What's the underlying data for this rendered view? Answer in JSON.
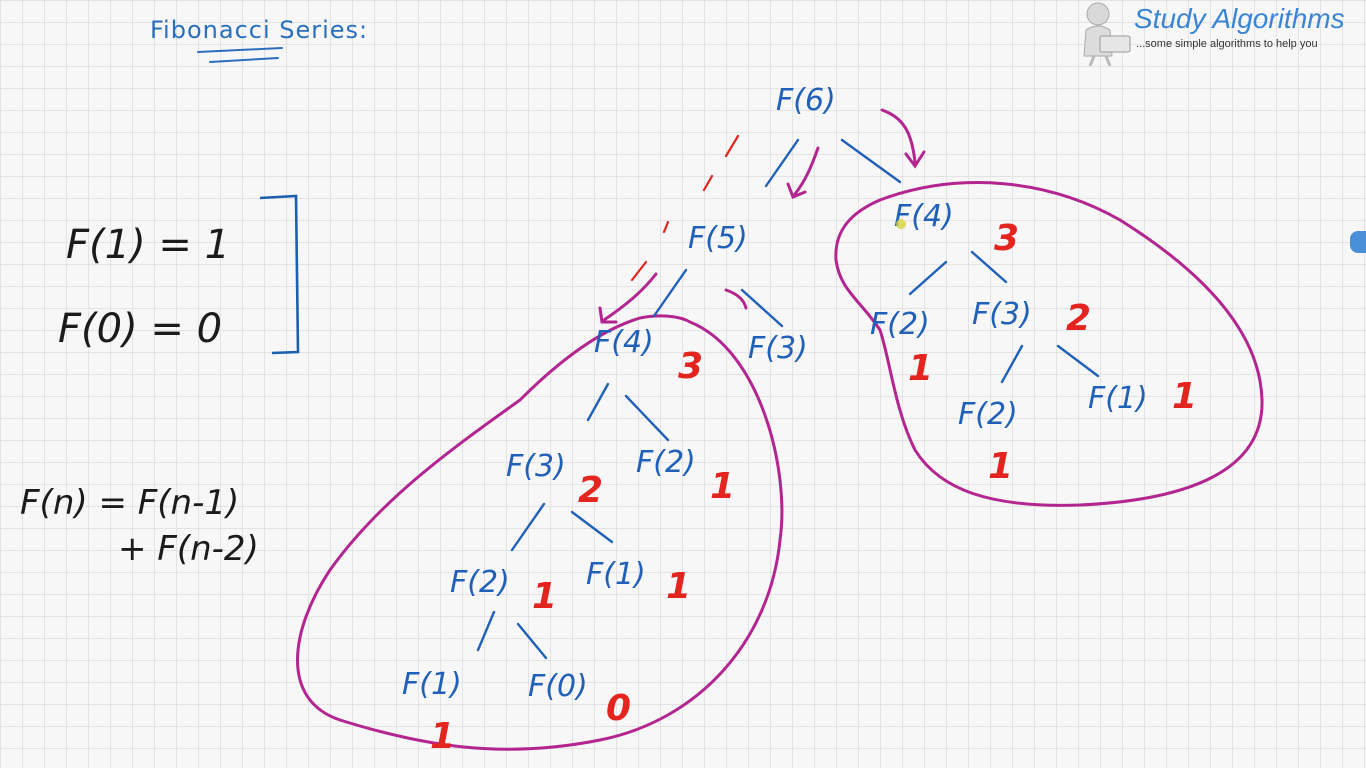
{
  "title": "Fibonacci Series:",
  "logo": {
    "name": "Study Algorithms",
    "tagline": "...some simple algorithms to help you",
    "icon": "figure-at-laptop-icon"
  },
  "base_cases": {
    "f1": "F(1) = 1",
    "f0": "F(0) = 0"
  },
  "recurrence": {
    "line1": "F(n) = F(n-1)",
    "line2": "+ F(n-2)"
  },
  "tree": {
    "nodes": [
      {
        "id": "n6",
        "label": "F(6)",
        "value": ""
      },
      {
        "id": "n5",
        "label": "F(5)",
        "value": ""
      },
      {
        "id": "n4r",
        "label": "F(4)",
        "value": "3"
      },
      {
        "id": "n4l",
        "label": "F(4)",
        "value": "3"
      },
      {
        "id": "n3m",
        "label": "F(3)",
        "value": ""
      },
      {
        "id": "n3l",
        "label": "F(3)",
        "value": "2"
      },
      {
        "id": "n2l",
        "label": "F(2)",
        "value": "1"
      },
      {
        "id": "n2ll",
        "label": "F(2)",
        "value": "1"
      },
      {
        "id": "n1l",
        "label": "F(1)",
        "value": "1"
      },
      {
        "id": "n1ll",
        "label": "F(1)",
        "value": "1"
      },
      {
        "id": "n0ll",
        "label": "F(0)",
        "value": "0"
      },
      {
        "id": "n2r",
        "label": "F(2)",
        "value": "1"
      },
      {
        "id": "n3r",
        "label": "F(3)",
        "value": "2"
      },
      {
        "id": "n2rr",
        "label": "F(2)",
        "value": "1"
      },
      {
        "id": "n1rr",
        "label": "F(1)",
        "value": "1"
      }
    ]
  },
  "colors": {
    "node": "#2060b8",
    "value": "#e3241f",
    "highlight": "#b3258f",
    "formula": "#1b1b1b"
  }
}
